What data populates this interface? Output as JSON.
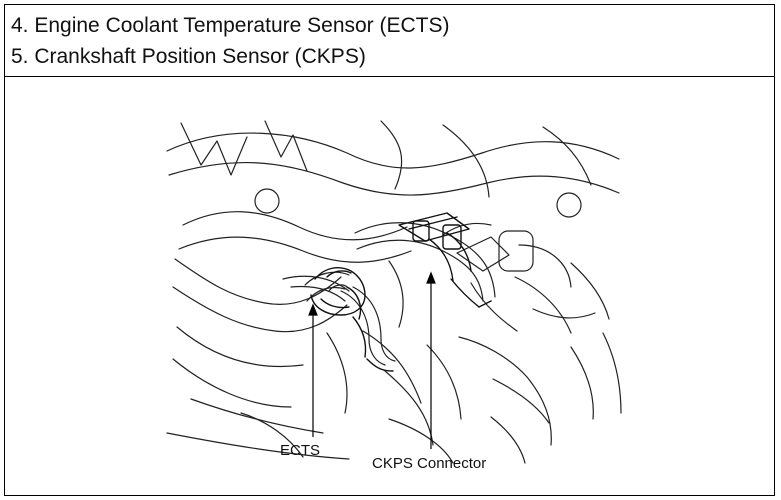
{
  "header": {
    "line1": "4. Engine Coolant Temperature Sensor (ECTS)",
    "line2": "5. Crankshaft Position Sensor (CKPS)"
  },
  "figure": {
    "callout_ects": "ECTS",
    "callout_ckps": "CKPS Connector"
  }
}
